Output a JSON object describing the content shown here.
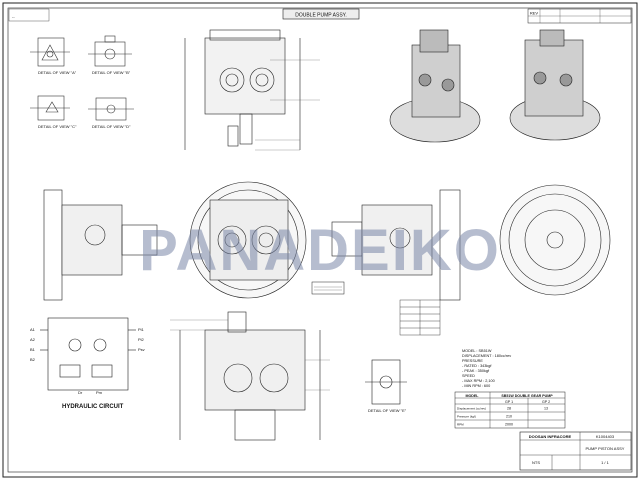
{
  "header": {
    "title_box": "DOUBLE PUMP ASSY.",
    "top_left_ref": "--",
    "top_right_box": "REV"
  },
  "watermark": "PANADEIKO",
  "views": {
    "hydraulic_circuit": "HYDRAULIC CIRCUIT",
    "port_labels": [
      "A1",
      "A2",
      "B1",
      "B2",
      "Pi1",
      "Pi2",
      "Psv",
      "Dr",
      "Pm"
    ],
    "detail_labels": [
      "DETAIL OF VIEW \"A\"",
      "DETAIL OF VIEW \"B\"",
      "DETAIL OF VIEW \"C\"",
      "DETAIL OF VIEW \"D\"",
      "DETAIL OF VIEW \"E\""
    ]
  },
  "spec_list": [
    "MODEL : SB51W",
    "DISPLACEMENT : 180cc/rev",
    "PRESSURE",
    " - RATED : 343kgf",
    " - PEAK : 350kgf",
    "SPEED",
    " - MAX RPM : 2,100",
    " - MIN RPM : 600"
  ],
  "spec_table": {
    "header": [
      "MODEL",
      "SB51W DOUBLE GEAR PUMP"
    ],
    "subheader": [
      "",
      "GP 1",
      "GP 2"
    ],
    "rows": [
      [
        "Displacement (cc/rev)",
        "28",
        "13"
      ],
      [
        "Pressure (kgf)",
        "210",
        ""
      ],
      [
        "RPM",
        "2000",
        ""
      ]
    ]
  },
  "title_block": {
    "company": "DOOSAN INFRACORE",
    "drawing_no": "K1004403",
    "title": "PUMP PISTON ASSY",
    "scale": "NTS",
    "sheet": "1 / 1"
  },
  "colors": {
    "line": "#222222",
    "watermark": "#7a86a8"
  }
}
